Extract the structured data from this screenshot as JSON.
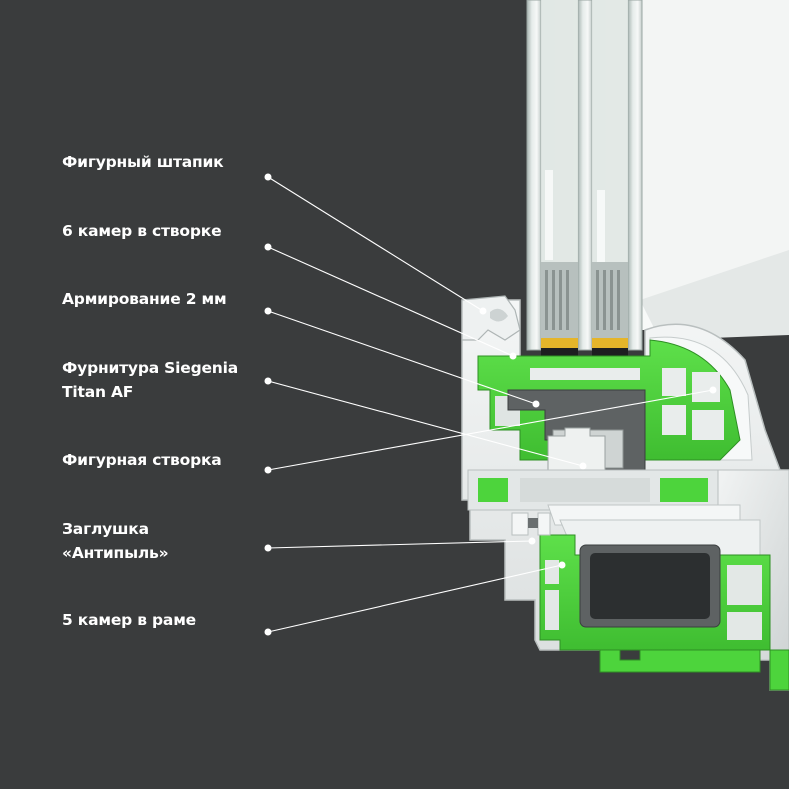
{
  "callouts": [
    {
      "id": "shaped-glazing-bead",
      "lines": [
        "Фигурный штапик"
      ]
    },
    {
      "id": "sash-chambers",
      "lines": [
        "6 камер в створке"
      ]
    },
    {
      "id": "reinforcement",
      "lines": [
        "Армирование 2 мм"
      ]
    },
    {
      "id": "hardware",
      "lines": [
        "Фурнитура Siegenia",
        "Titan AF"
      ]
    },
    {
      "id": "shaped-sash",
      "lines": [
        "Фигурная створка"
      ]
    },
    {
      "id": "dust-plug",
      "lines": [
        "Заглушка",
        "«Антипыль»"
      ]
    },
    {
      "id": "frame-chambers",
      "lines": [
        "5 камер в раме"
      ]
    }
  ],
  "colors": {
    "background": "#3a3c3d",
    "pvc_profile": "#e9ecec",
    "inner_chambers": "#4dd43c",
    "glass": "#cfd8d6",
    "spacer_tape": "#e5b52a",
    "steel_reinforcement": "#5e6263",
    "label_text": "#ffffff"
  }
}
